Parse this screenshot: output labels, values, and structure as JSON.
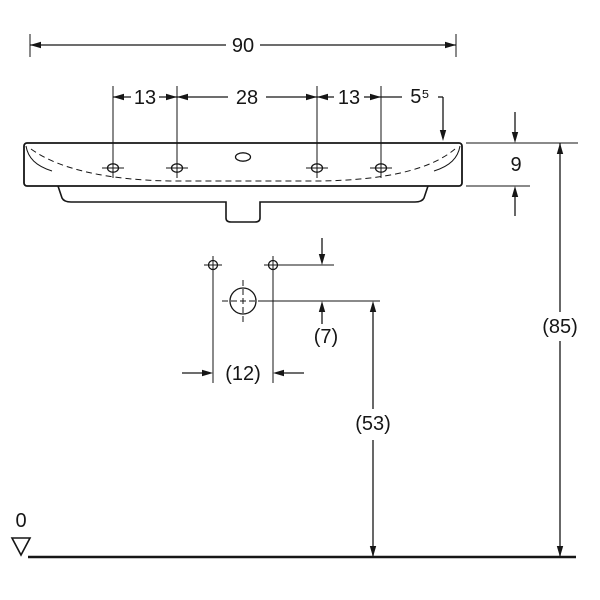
{
  "drawing": {
    "type": "washbasin-front-elevation-dimension-drawing",
    "colors": {
      "ink": "#161616",
      "background": "#ffffff"
    },
    "dims": {
      "overall_width": "90",
      "tap_spacing_left": "13",
      "tap_spacing_center": "28",
      "tap_spacing_right": "13",
      "tap_edge_offset": "5⁵",
      "rim_height": "9",
      "height_floor_to_rim": "(85)",
      "fixing_vertical_offset": "(7)",
      "fixing_hole_spacing": "(12)",
      "outlet_height": "(53)",
      "floor_level": "0"
    }
  }
}
